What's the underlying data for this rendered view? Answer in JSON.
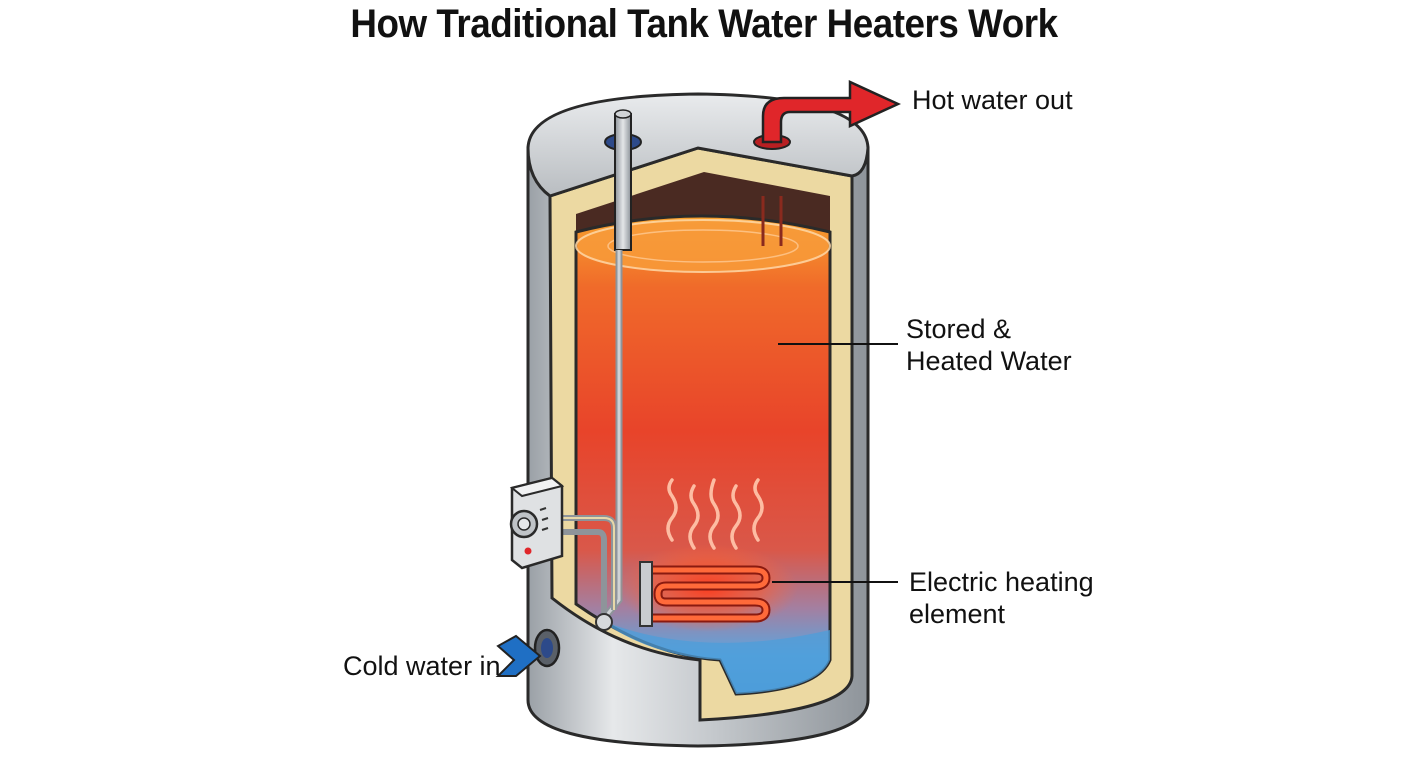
{
  "title": "How Traditional Tank Water Heaters Work",
  "labels": {
    "hot_out": "Hot water out",
    "stored_line1": "Stored &",
    "stored_line2": "Heated Water",
    "element_line1": "Electric heating",
    "element_line2": "element",
    "cold_in": "Cold water in"
  },
  "colors": {
    "hot_arrow": "#e0262a",
    "cold_arrow": "#1f6fc4",
    "insulation": "#ecd9a2",
    "tank_shell": "#c9ccd0",
    "water_hot": "#e84a22",
    "water_warm": "#f4a02c",
    "water_cold": "#5aa6e0"
  }
}
